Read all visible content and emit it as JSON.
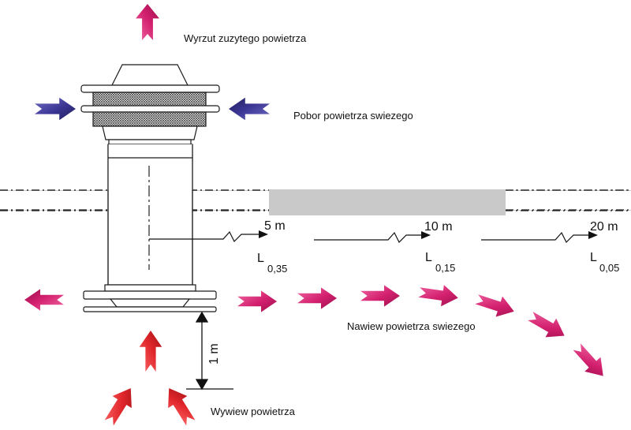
{
  "labels": {
    "exhaust_out": "Wyrzut zuzytego powietrza",
    "fresh_intake": "Pobor powietrza swiezego",
    "fresh_supply": "Nawiew powietrza swiezego",
    "extract": "Wywiew powietrza"
  },
  "distances": [
    {
      "value": "5 m",
      "L": "L",
      "coef": "0,35"
    },
    {
      "value": "10 m",
      "L": "L",
      "coef": "0,15"
    },
    {
      "value": "20 m",
      "L": "L",
      "coef": "0,05"
    }
  ],
  "height_label": "1 m",
  "colors": {
    "magenta_arrow": "#d3206e",
    "blue_arrow": "#3a3592",
    "red_arrow": "#e0262b",
    "ceiling": "#cccccc",
    "outline": "#1a1a1a"
  }
}
